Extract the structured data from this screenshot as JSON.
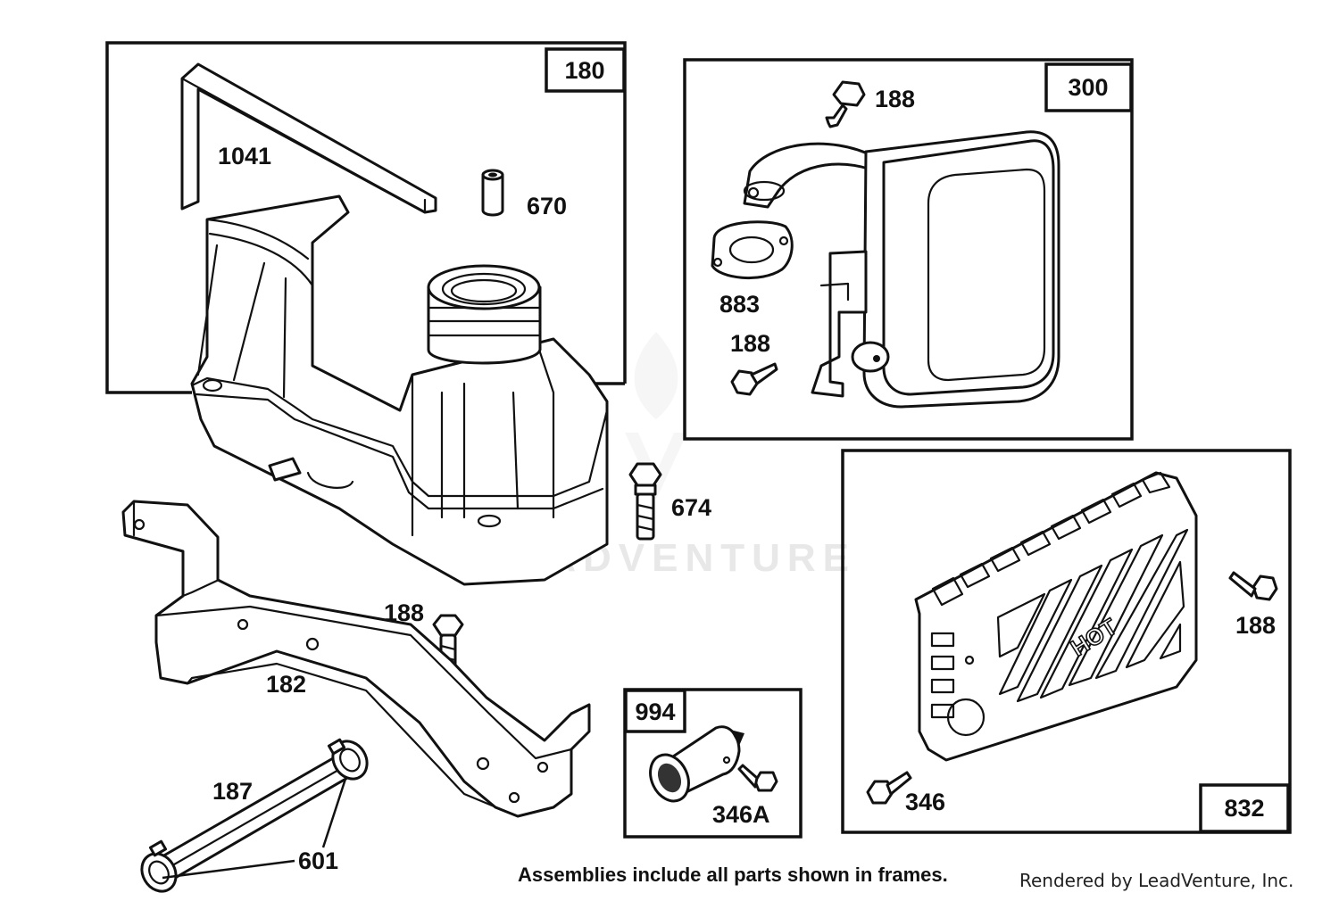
{
  "diagram": {
    "frames": [
      {
        "id": "frame-180",
        "label": "180"
      },
      {
        "id": "frame-300",
        "label": "300"
      },
      {
        "id": "frame-832",
        "label": "832"
      },
      {
        "id": "frame-994",
        "label": "994"
      }
    ],
    "callouts": [
      {
        "id": "c1041",
        "label": "1041"
      },
      {
        "id": "c670",
        "label": "670"
      },
      {
        "id": "c188a",
        "label": "188"
      },
      {
        "id": "c883",
        "label": "883"
      },
      {
        "id": "c188b",
        "label": "188"
      },
      {
        "id": "c674",
        "label": "674"
      },
      {
        "id": "c188c",
        "label": "188"
      },
      {
        "id": "c188d",
        "label": "188"
      },
      {
        "id": "c182",
        "label": "182"
      },
      {
        "id": "c187",
        "label": "187"
      },
      {
        "id": "c601",
        "label": "601"
      },
      {
        "id": "c346a",
        "label": "346A"
      },
      {
        "id": "c346",
        "label": "346"
      }
    ],
    "hot_text": "HOT",
    "watermark": "LEADVENTURE"
  },
  "footer": {
    "note": "Assemblies include all parts shown in frames.",
    "credit": "Rendered by LeadVenture, Inc."
  }
}
